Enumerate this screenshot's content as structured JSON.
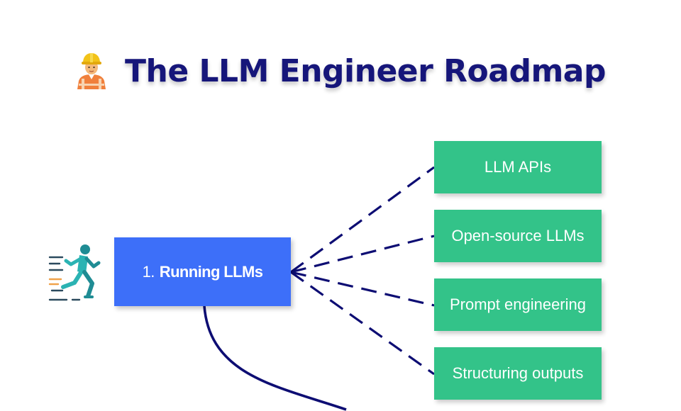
{
  "title": "The LLM Engineer Roadmap",
  "icons": {
    "title_icon": "construction-worker-icon",
    "main_node_icon": "running-person-icon"
  },
  "main_node": {
    "number": "1.",
    "label": "Running LLMs",
    "color": "#3d6ff9"
  },
  "sub_nodes": [
    {
      "label": "LLM APIs"
    },
    {
      "label": "Open-source LLMs"
    },
    {
      "label": "Prompt engineering"
    },
    {
      "label": "Structuring outputs"
    }
  ],
  "colors": {
    "title_text": "#16167a",
    "sub_node": "#33c389",
    "connector": "#0d0d73",
    "background": "#ffffff"
  }
}
